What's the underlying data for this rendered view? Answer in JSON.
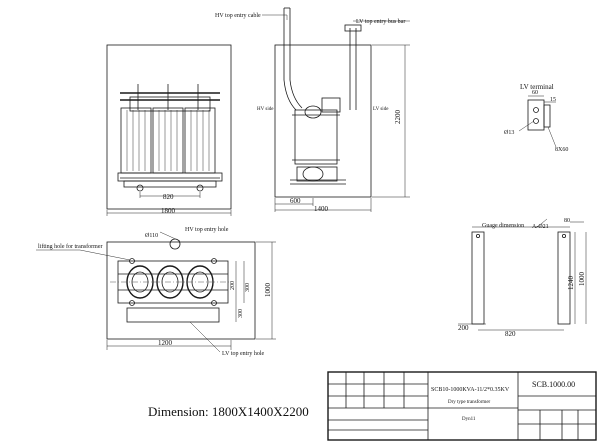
{
  "labels": {
    "hv_top_entry_cable": "HV top entry cable",
    "lv_top_entry_bus_bar": "LV top entry bus bar",
    "hv_side": "HV side",
    "lv_side": "LV side",
    "lv_terminal": "LV terminal",
    "gauge_dimension": "Guage dimension",
    "lifting_hole": "lifting hole for transformer",
    "hv_top_entry_hole": "HV top entry hole",
    "lv_top_entry_hole": "LV top entry hole"
  },
  "dimensions": {
    "front_width": "1800",
    "front_wheel": "820",
    "side_height": "2200",
    "side_offset": "600",
    "side_width": "1400",
    "terminal_60": "60",
    "terminal_15": "15",
    "terminal_hole": "Ø13",
    "terminal_bar": "8X60",
    "top_hole": "Ø110",
    "top_width": "1200",
    "top_height": "1000",
    "top_200": "200",
    "top_300a": "300",
    "top_300b": "300",
    "gauge_phi": "A-Ø21",
    "gauge_80": "80",
    "gauge_1240": "1240",
    "gauge_1000": "1000",
    "gauge_200": "200",
    "gauge_820": "820"
  },
  "title_block": {
    "model": "SCB10-1000KVA-11/2*0.35KV",
    "type": "Dry type transformer",
    "vector": "Dyn11",
    "code": "SCB.1000.00"
  },
  "footer": {
    "dimension_caption": "Dimension: 1800X1400X2200"
  }
}
